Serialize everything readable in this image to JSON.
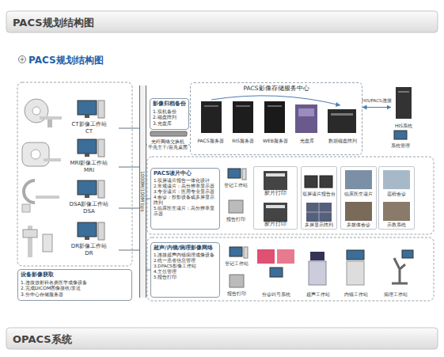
{
  "diagram": {
    "title": "PACS规划结构图",
    "nodes": [
      {
        "text": [
          "CT影像工作站",
          "CT"
        ]
      },
      {
        "text": [
          "MRI影像工作站",
          "MRI"
        ]
      },
      {
        "text": [
          "DSA影像工作站",
          "DSA"
        ]
      },
      {
        "text": [
          "DR影像工作站",
          "DR"
        ]
      },
      {
        "text": [
          "设备影像获取",
          "1.连接放射科各类医学成像设备",
          "2.完成DICOM图像接收/发送",
          "3.分中心存储服务器"
        ]
      },
      {
        "text": [
          "1000M/100M bps"
        ]
      },
      {
        "text": [
          "影像归档备份",
          "1.双机备份",
          "2.磁盘阵列",
          "3.光盘库"
        ]
      },
      {
        "text": [
          "光纤网络交换机",
          "千兆主干/百兆桌面"
        ]
      },
      {
        "text": [
          "PACS影像存储服务中心"
        ]
      },
      {
        "text": [
          "PACS服务器"
        ],
        "in": 8
      },
      {
        "text": [
          "RIS服务器"
        ],
        "in": 8
      },
      {
        "text": [
          "WEB服务器"
        ],
        "in": 8
      },
      {
        "text": [
          "光盘库"
        ],
        "in": 8
      },
      {
        "text": [
          "数据磁盘阵列"
        ],
        "in": 8
      },
      {
        "text": [
          "HIS系统"
        ]
      },
      {
        "text": [
          "系统管理"
        ]
      },
      {
        "text": [
          "PACS读片中心",
          "1.双屏读片报告一体化设计",
          "2.常规读片：高分辨率显示器",
          "3.专业读片：医用专业显示器",
          "4.会诊：投影设备或多屏显示阵列",
          "5.临床医生读片：高分辨率显示器"
        ]
      },
      {
        "text": [
          "登记工作站"
        ]
      },
      {
        "text": [
          "报告打印"
        ]
      },
      {
        "text": [
          "胶片打印",
          "胶片打印"
        ]
      },
      {
        "text": [
          "双屏读片报告台",
          "多屏显示阵列"
        ]
      },
      {
        "text": [
          "临床医生读片",
          "多媒体会诊"
        ]
      },
      {
        "text": [
          "远程会诊",
          "示教系统"
        ]
      },
      {
        "text": [
          "超声/内镜/病理影像网络",
          "1.连接超声内镜病理成像设备",
          "2.统一患者信息管理",
          "3.DPACS影像工作站",
          "4.主任管理",
          "5.报告打印"
        ]
      },
      {
        "text": [
          "登记工作站"
        ]
      },
      {
        "text": [
          "报告打印"
        ]
      },
      {
        "text": [
          "分诊叫号系统"
        ]
      },
      {
        "text": [
          "超声工作站"
        ]
      },
      {
        "text": [
          "内镜工作站"
        ]
      },
      {
        "text": [
          "病理工作站"
        ]
      }
    ],
    "edges": [
      {
        "from": 0,
        "to": 5,
        "arrow": "none"
      },
      {
        "from": 1,
        "to": 5,
        "arrow": "none"
      },
      {
        "from": 2,
        "to": 5,
        "arrow": "none"
      },
      {
        "from": 3,
        "to": 5,
        "arrow": "none"
      },
      {
        "from": 5,
        "to": 7,
        "arrow": "none"
      },
      {
        "from": 7,
        "to": 8,
        "arrow": "none"
      },
      {
        "from": 6,
        "to": 8,
        "arrow": "none"
      },
      {
        "from": 8,
        "to": 14,
        "label": "HIS/PACS连接",
        "arrow": "both"
      },
      {
        "from": 5,
        "to": 16,
        "arrow": "none"
      },
      {
        "from": 5,
        "to": 23,
        "arrow": "none"
      }
    ],
    "labels": [
      "PACS规划结构图",
      "OPACS系统"
    ]
  }
}
